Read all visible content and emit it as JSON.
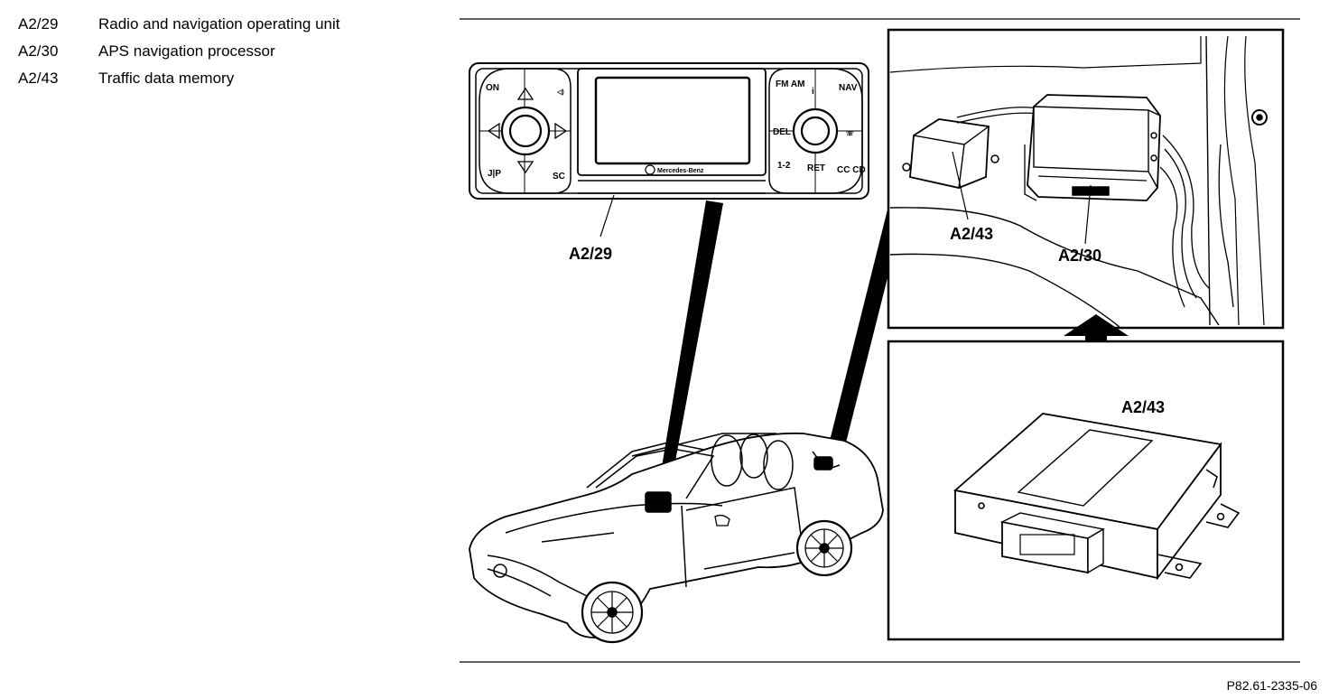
{
  "legend": [
    {
      "code": "A2/29",
      "desc": "Radio and navigation operating unit"
    },
    {
      "code": "A2/30",
      "desc": "APS navigation processor"
    },
    {
      "code": "A2/43",
      "desc": "Traffic data memory"
    }
  ],
  "callouts": {
    "radio": "A2/29",
    "inset_memory": "A2/43",
    "inset_processor": "A2/30",
    "module": "A2/43"
  },
  "radio_buttons": {
    "on": "ON",
    "jp": "J|P",
    "sc": "SC",
    "fm_am": "FM AM",
    "nav": "NAV",
    "del": "DEL",
    "ret": "RET",
    "cd": "CC CD",
    "one_two": "1-2",
    "brand": "Mercedes-Benz"
  },
  "figure_code": "P82.61-2335-06"
}
